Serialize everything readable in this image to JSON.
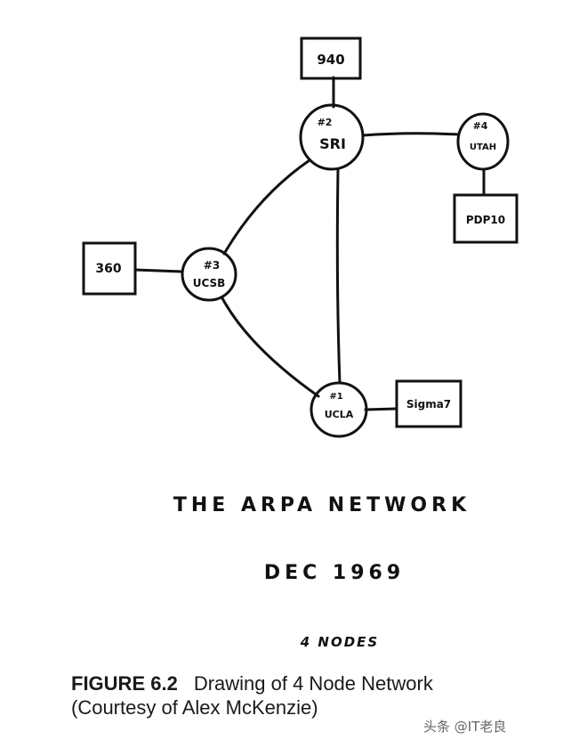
{
  "diagram": {
    "imps": [
      {
        "id": "imp-sri",
        "number": "#2",
        "name": "SRI"
      },
      {
        "id": "imp-utah",
        "number": "#4",
        "name": "UTAH"
      },
      {
        "id": "imp-ucsb",
        "number": "#3",
        "name": "UCSB"
      },
      {
        "id": "imp-ucla",
        "number": "#1",
        "name": "UCLA"
      }
    ],
    "hosts": [
      {
        "id": "host-940",
        "name": "940",
        "attached_to": "SRI"
      },
      {
        "id": "host-pdp10",
        "name": "PDP10",
        "attached_to": "UTAH"
      },
      {
        "id": "host-360",
        "name": "360",
        "attached_to": "UCSB"
      },
      {
        "id": "host-sigma7",
        "name": "Sigma7",
        "attached_to": "UCLA"
      }
    ],
    "links": [
      [
        "SRI",
        "UTAH"
      ],
      [
        "SRI",
        "UCSB"
      ],
      [
        "SRI",
        "UCLA"
      ],
      [
        "UCSB",
        "UCLA"
      ]
    ],
    "title": "THE ARPA NETWORK",
    "date": "DEC 1969",
    "node_count": "4 NODES"
  },
  "caption": {
    "figure": "FIGURE 6.2",
    "text": "Drawing of 4 Node Network",
    "credit": "(Courtesy of Alex McKenzie)"
  },
  "watermark": "头条 @IT老良"
}
